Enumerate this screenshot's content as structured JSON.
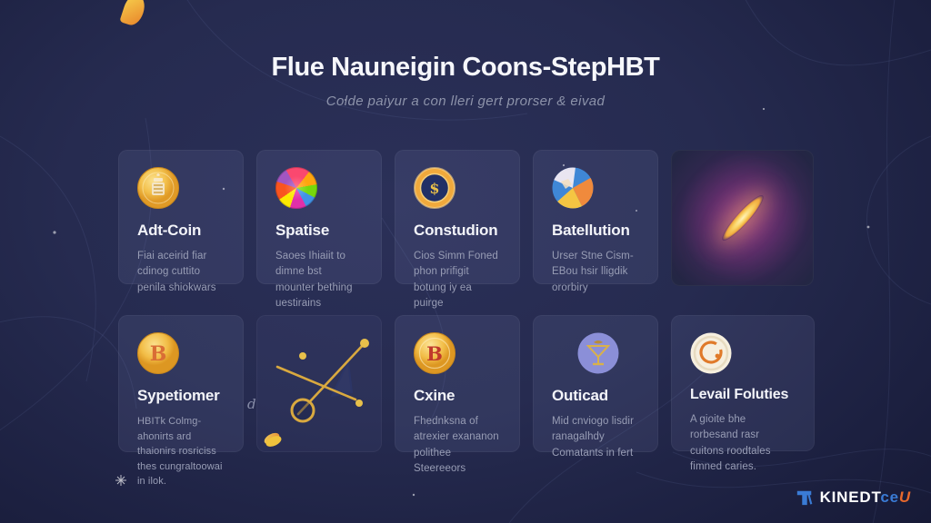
{
  "header": {
    "title": "Flue Nauneigin Coons-StepHBT",
    "subtitle": "Colde paiyur a con lleri gert prorser & eivad"
  },
  "cards": {
    "adt_coin": {
      "icon": "gold-trophy-coin-icon",
      "title": "Adt-Coin",
      "body": "Fiai aceirid fiar cdinog cuttito penila shiokwars"
    },
    "spatise": {
      "icon": "mosaic-sphere-icon",
      "title": "Spatise",
      "body": "Saoes Ihiaiit to dimne bst mounter bething uestirains"
    },
    "constudion": {
      "icon": "gold-ring-dollar-icon",
      "title": "Constudion",
      "body": "Cios Simm Foned phon prifigit botung iy ea puirge"
    },
    "batellution": {
      "icon": "globe-icon",
      "title": "Batellution",
      "body": "Urser Stne Cism- EBou hsir lligdik ororbiry"
    },
    "galaxy": {
      "icon": "galaxy-nebula-image"
    },
    "sypetiomer": {
      "icon": "gold-b-coin-icon",
      "title": "Sypetiomer",
      "body": "HBITk Colmg-ahonirts ard thaionirs rosriciss thes cungraltoowai in ilok."
    },
    "constellation": {
      "icon": "constellation-drawing"
    },
    "cxine": {
      "icon": "gold-red-b-coin-icon",
      "title": "Cxine",
      "body": "Fhednksna of atrexier exananon polithee Steereeors"
    },
    "outicad": {
      "icon": "martini-badge-icon",
      "title": "Outicad",
      "body": "Mid cnviogo lisdir ranagalhdy Comatants in fert"
    },
    "level_foluties": {
      "icon": "orange-ring-badge-icon",
      "title": "Levail Foluties",
      "body": "A gioite bhe rorbesand rasr cuitons roodtales fimned caries."
    }
  },
  "logo": {
    "segments": [
      {
        "text": "KINEDT",
        "color": "#ffffff"
      },
      {
        "text": "ce",
        "color": "#3a7bd5"
      },
      {
        "text": "U",
        "color": "#e8682c"
      }
    ]
  },
  "colors": {
    "background": "#232849",
    "card": "#2e3358",
    "accent_gold": "#f2c14e",
    "title_text": "#f6f7fb",
    "body_text": "#989db5",
    "nebula_magenta": "#d646aa",
    "logo_blue": "#3a7bd5",
    "logo_orange": "#e8682c"
  }
}
